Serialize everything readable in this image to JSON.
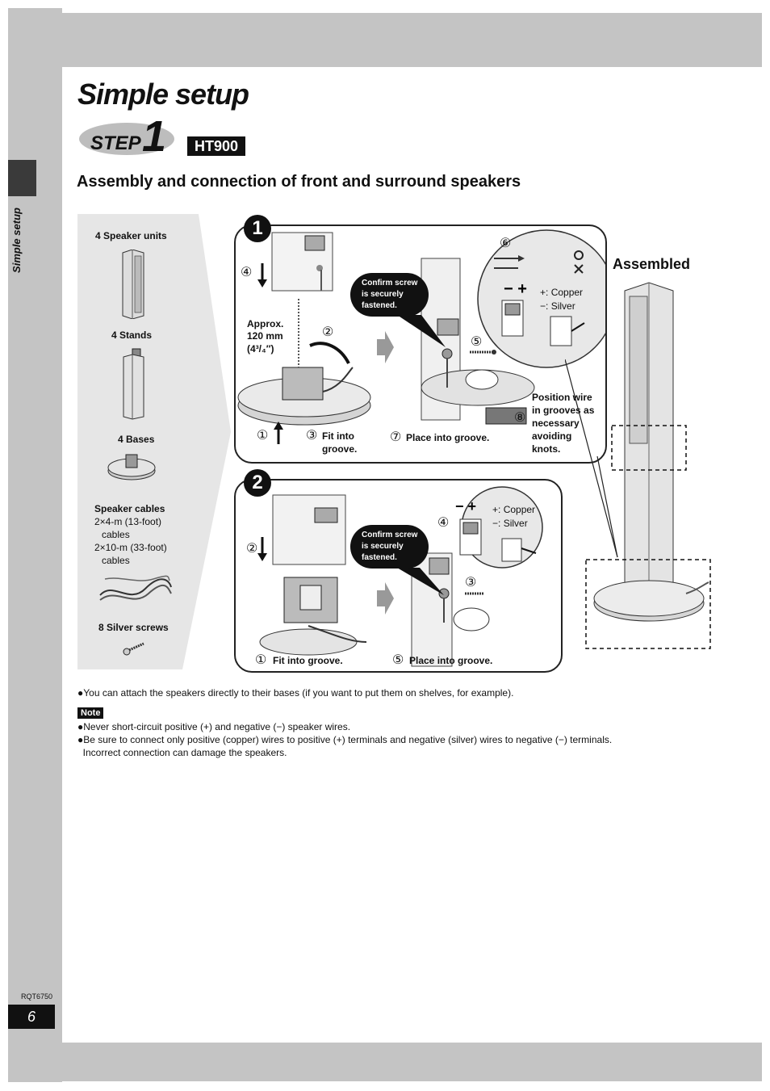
{
  "page": {
    "title": "Simple setup",
    "step_text": "STEP",
    "step_number": "1",
    "model": "HT900",
    "section_heading": "Assembly and connection of front and surround speakers",
    "side_label": "Simple setup",
    "doc_code": "RQT6750",
    "page_number": "6"
  },
  "parts": {
    "speaker_units": "4 Speaker units",
    "stands": "4 Stands",
    "bases": "4 Bases",
    "cables_title": "Speaker cables",
    "cable1": "2×4-m (13-foot)",
    "cable1b": "cables",
    "cable2": "2×10-m (33-foot)",
    "cable2b": "cables",
    "screws": "8 Silver screws"
  },
  "panel1": {
    "badge": "1",
    "approx_line1": "Approx.",
    "approx_line2": "120 mm",
    "approx_line3": "(4³/₄″)",
    "fit_line1": "Fit into",
    "fit_line2": "groove.",
    "place": "Place into groove.",
    "confirm_line1": "Confirm screw",
    "confirm_line2": "is securely",
    "confirm_line3": "fastened.",
    "copper": "Copper",
    "silver": "Silver",
    "position_line1": "Position wire",
    "position_line2": "in grooves as",
    "position_line3": "necessary",
    "position_line4": "avoiding",
    "position_line5": "knots.",
    "step1": "①",
    "step2": "②",
    "step3": "③",
    "step4": "④",
    "step5": "⑤",
    "step6": "⑥",
    "step7": "⑦",
    "step8": "⑧"
  },
  "panel2": {
    "badge": "2",
    "fit": "Fit into groove.",
    "place": "Place into groove.",
    "confirm_line1": "Confirm screw",
    "confirm_line2": "is securely",
    "confirm_line3": "fastened.",
    "copper": "Copper",
    "silver": "Silver",
    "step1": "①",
    "step2": "②",
    "step3": "③",
    "step4": "④",
    "step5": "⑤"
  },
  "assembled": "Assembled",
  "bullet": "●You can attach the speakers directly to their bases (if you want to put them on shelves, for example).",
  "note_label": "Note",
  "notes": [
    "●Never short-circuit positive (+) and negative (−) speaker wires.",
    "●Be sure to connect only positive (copper) wires to positive (+) terminals and negative (silver) wires to negative (−) terminals.",
    "  Incorrect connection can damage the speakers."
  ]
}
